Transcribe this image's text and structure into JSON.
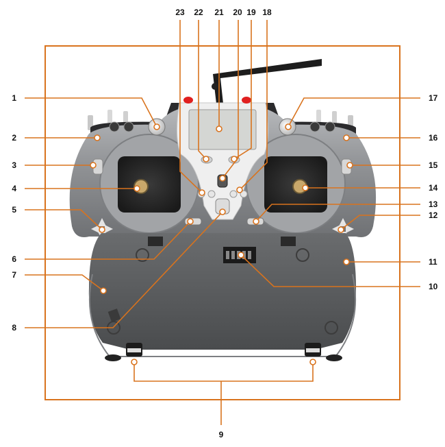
{
  "callouts": {
    "n1": "1",
    "n2": "2",
    "n3": "3",
    "n4": "4",
    "n5": "5",
    "n6": "6",
    "n7": "7",
    "n8": "8",
    "n9": "9",
    "n10": "10",
    "n11": "11",
    "n12": "12",
    "n13": "13",
    "n14": "14",
    "n15": "15",
    "n16": "16",
    "n17": "17",
    "n18": "18",
    "n19": "19",
    "n20": "20",
    "n21": "21",
    "n22": "22",
    "n23": "23"
  },
  "colors": {
    "leader": "#d9731d",
    "body": "#8a8c8f",
    "panel": "#5c5e60",
    "faceplate": "#efefef"
  }
}
